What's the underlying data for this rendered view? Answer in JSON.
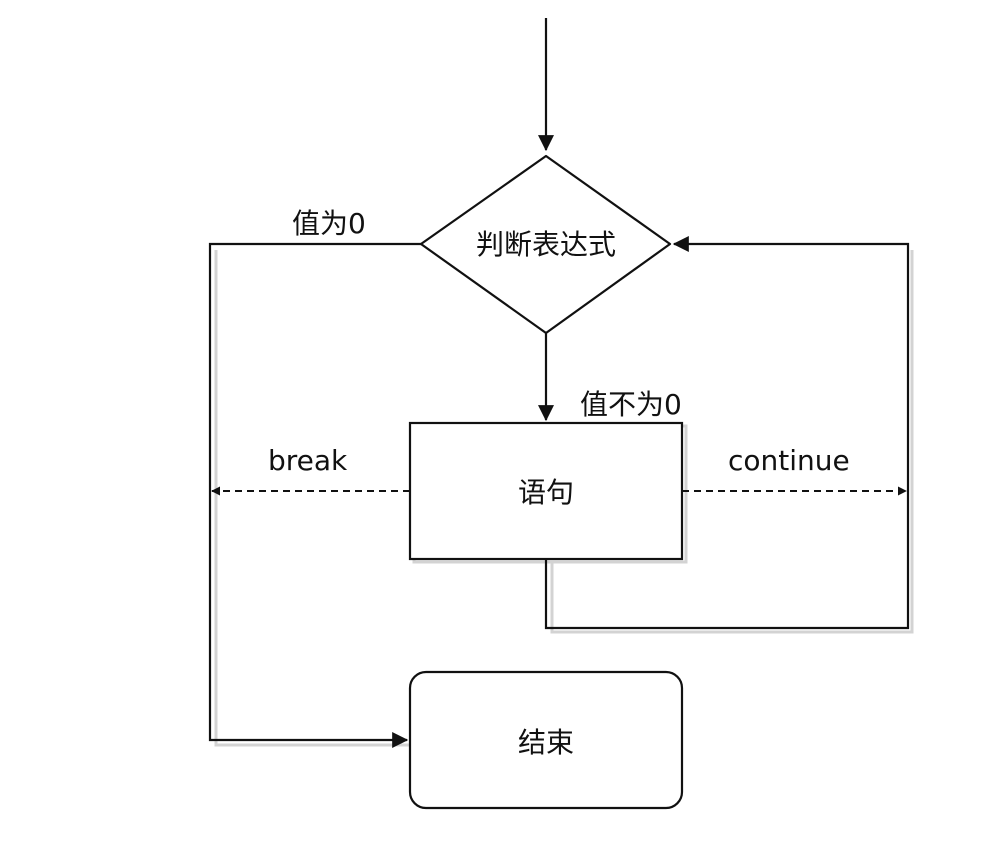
{
  "nodes": {
    "decision": "判断表达式",
    "statement": "语句",
    "end": "结束"
  },
  "edges": {
    "zero": "值为0",
    "nonzero": "值不为0",
    "break": "break",
    "continue": "continue"
  },
  "colors": {
    "stroke": "#111111",
    "shadow": "#cfcfcf",
    "background": "#ffffff"
  }
}
